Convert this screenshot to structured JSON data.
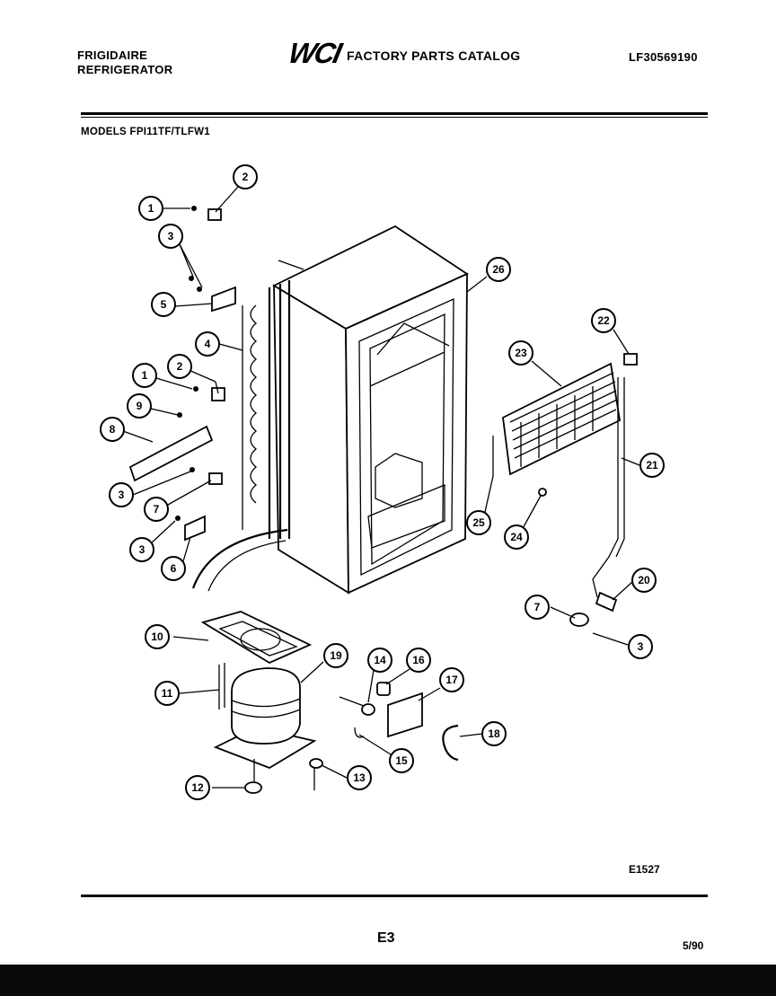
{
  "header": {
    "brand_line1": "FRIGIDAIRE",
    "brand_line2": "REFRIGERATOR",
    "logo": "WCI",
    "catalog": "FACTORY PARTS CATALOG",
    "catalog_number": "LF30569190",
    "models": "MODELS FPI11TF/TLFW1"
  },
  "footer": {
    "figure_code": "E1527",
    "page": "E3",
    "date": "5/90"
  },
  "callouts": [
    "1",
    "2",
    "3",
    "5",
    "4",
    "2",
    "1",
    "9",
    "8",
    "3",
    "7",
    "3",
    "6",
    "26",
    "22",
    "23",
    "21",
    "25",
    "24",
    "20",
    "7",
    "3",
    "10",
    "19",
    "14",
    "16",
    "17",
    "11",
    "18",
    "15",
    "12",
    "13"
  ]
}
